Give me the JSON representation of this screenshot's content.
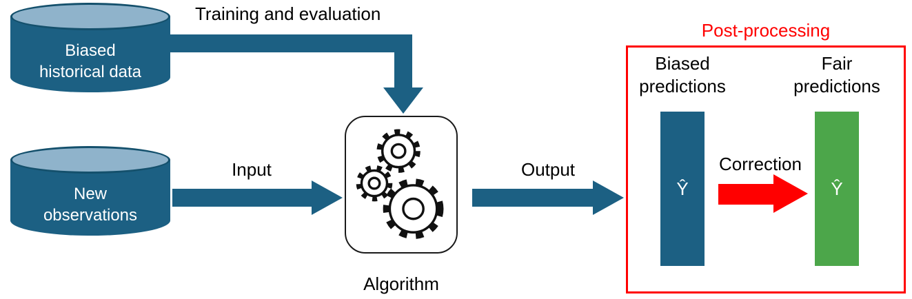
{
  "colors": {
    "teal": "#1C6083",
    "cylinder_top": "#8FB3CB",
    "green": "#4CA64A",
    "red": "#FF0000",
    "bar_text": "#FFFFFF"
  },
  "sources": {
    "biased_data_label": "Biased\nhistorical data",
    "new_observations_label": "New\nobservations"
  },
  "arrows": {
    "training_label": "Training and evaluation",
    "input_label": "Input",
    "output_label": "Output",
    "correction_label": "Correction"
  },
  "algorithm": {
    "label": "Algorithm"
  },
  "post_processing": {
    "title": "Post-processing",
    "biased_predictions_title": "Biased\npredictions",
    "fair_predictions_title": "Fair\npredictions",
    "biased_value": "Ŷ",
    "fair_value": "Ŷ"
  }
}
